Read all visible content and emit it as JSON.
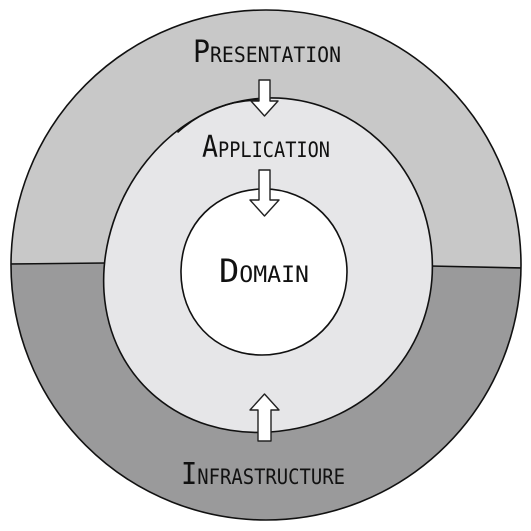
{
  "layers": {
    "presentation": {
      "label": "Presentation",
      "fill": "#c8c8c8"
    },
    "infrastructure": {
      "label": "Infrastructure",
      "fill": "#9a9a9b"
    },
    "application": {
      "label": "Application",
      "fill": "#e6e6e8"
    },
    "domain": {
      "label": "Domain",
      "fill": "#ffffff"
    }
  },
  "colors": {
    "outline": "#111111",
    "arrow_fill": "#ffffff"
  },
  "icons": {
    "arrow_presentation_to_application": "arrow-down",
    "arrow_application_to_domain": "arrow-down",
    "arrow_infrastructure_to_application": "arrow-up"
  }
}
